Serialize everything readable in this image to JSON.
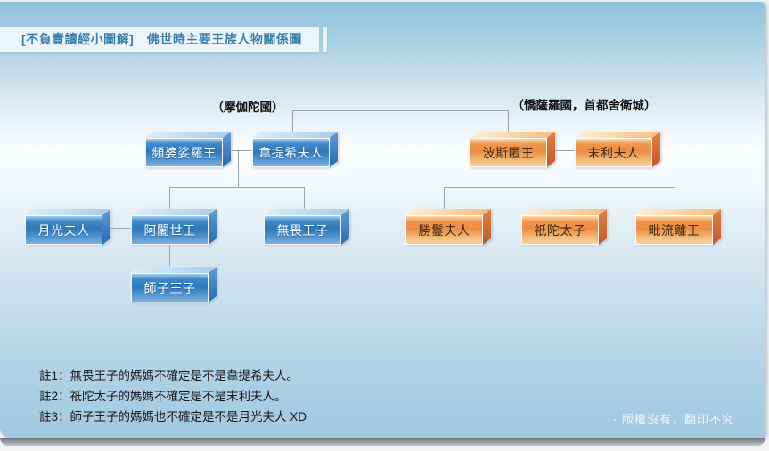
{
  "header": {
    "title": "[不負責讀經小圖解]　佛世時主要王族人物關係圖"
  },
  "diagram": {
    "magadha": {
      "label": "（摩伽陀國）",
      "king": "頻婆娑羅王",
      "queen": "韋提希夫人",
      "consort": "月光夫人",
      "son_king": "阿闍世王",
      "son_prince": "無畏王子",
      "grandson": "師子王子"
    },
    "kosala": {
      "label": "（憍薩羅國，首都舍衛城）",
      "king": "波斯匿王",
      "queen": "末利夫人",
      "daughter": "勝鬘夫人",
      "son": "祇陀太子",
      "son_king": "毗流離王"
    }
  },
  "notes": [
    "註1：無畏王子的媽媽不確定是不是韋提希夫人。",
    "註2：祇陀太子的媽媽不確定是不是末利夫人。",
    "註3：師子王子的媽媽也不確定是不是月光夫人 XD"
  ],
  "footer": {
    "copyright": "· 版權沒有，翻印不究 ·"
  },
  "colors": {
    "blue_node": "#2c79bc",
    "orange_node": "#ec8c42",
    "title_text": "#3a80ad",
    "connector": "#9aa2a8",
    "background_top": "#8fc1da"
  }
}
